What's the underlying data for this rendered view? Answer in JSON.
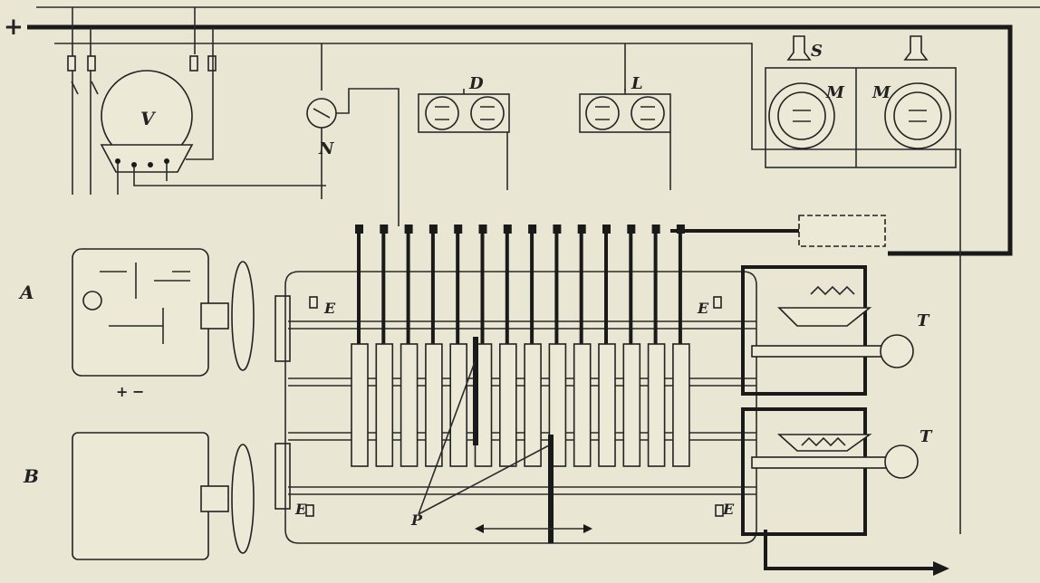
{
  "figure": {
    "supply_sign": "+",
    "labels": {
      "voltmeter": "V",
      "indicator_n": "N",
      "lamps_d": "D",
      "lamps_l": "L",
      "signal_lamp": "S",
      "motors": "M",
      "switches_e": "E",
      "regulators_t": "T",
      "unit_a": "A",
      "unit_b": "B",
      "rod_p": "P",
      "plus": "+",
      "minus": "−"
    },
    "motion_arrow": "↔"
  }
}
